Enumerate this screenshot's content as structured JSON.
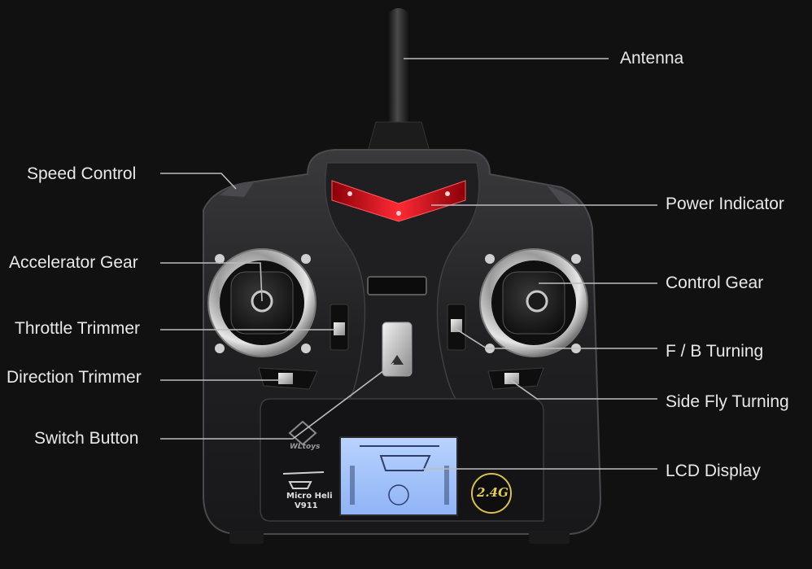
{
  "colors": {
    "background": "#111111",
    "label_text": "#e8e8e8",
    "leader_line": "#bdbdbd",
    "power_led": "#ff2030",
    "lcd": "#a9c8ff"
  },
  "labels": {
    "antenna": "Antenna",
    "speed_control": "Speed Control",
    "power_indicator": "Power Indicator",
    "accelerator_gear": "Accelerator Gear",
    "control_gear": "Control Gear",
    "throttle_trimmer": "Throttle Trimmer",
    "fb_turning": "F / B Turning",
    "direction_trimmer": "Direction Trimmer",
    "side_fly_turning": "Side Fly Turning",
    "switch_button": "Switch Button",
    "lcd_display": "LCD Display"
  },
  "device": {
    "brand": "WLtoys",
    "model_name": "Micro Heli",
    "model_number": "V911",
    "band_badge": "2.4G"
  }
}
